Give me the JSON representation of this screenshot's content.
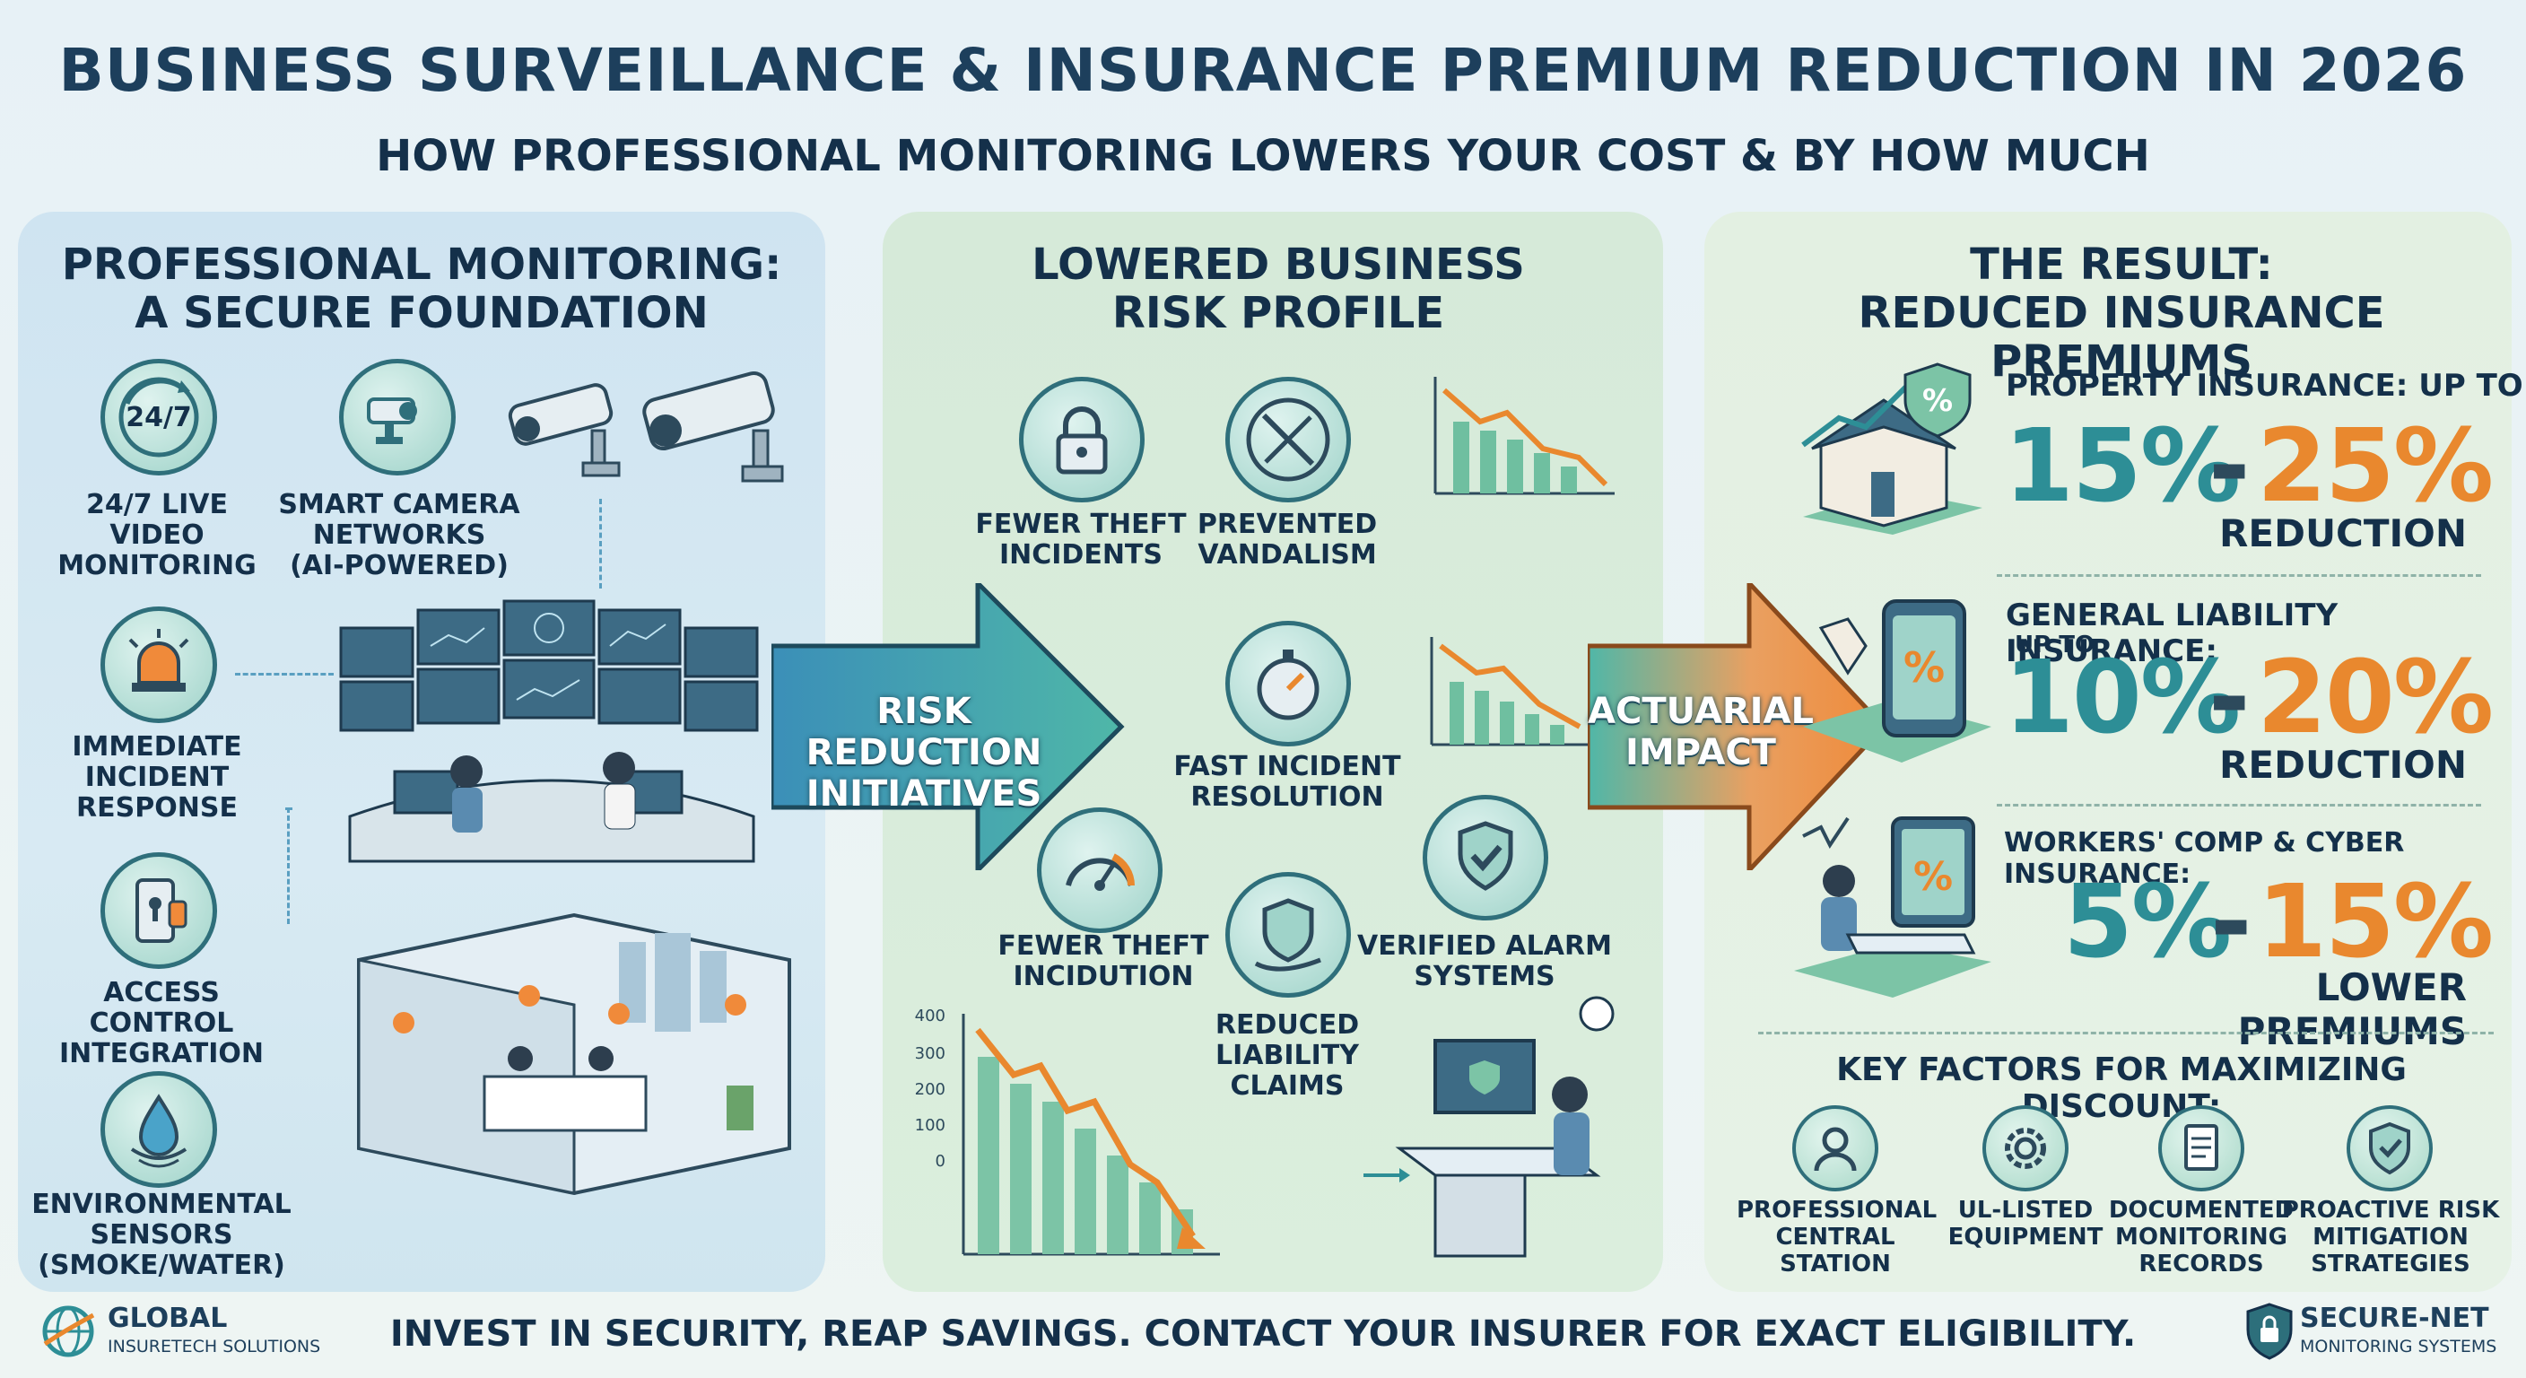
{
  "header": {
    "title": "BUSINESS SURVEILLANCE & INSURANCE PREMIUM REDUCTION IN 2026",
    "subtitle": "HOW PROFESSIONAL MONITORING LOWERS YOUR COST & BY HOW MUCH"
  },
  "monitoring": {
    "title_line1": "PROFESSIONAL MONITORING:",
    "title_line2": "A SECURE FOUNDATION",
    "clock_text": "24/7",
    "items": [
      {
        "line1": "24/7 LIVE VIDEO",
        "line2": "MONITORING"
      },
      {
        "line1": "SMART CAMERA",
        "line2": "NETWORKS",
        "line3": "(AI-POWERED)"
      },
      {
        "line1": "IMMEDIATE",
        "line2": "INCIDENT",
        "line3": "RESPONSE"
      },
      {
        "line1": "ACCESS CONTROL",
        "line2": "INTEGRATION"
      },
      {
        "line1": "ENVIRONMENTAL",
        "line2": "SENSORS",
        "line3": "(SMOKE/WATER)"
      }
    ]
  },
  "arrows": {
    "risk_line1": "RISK REDUCTION",
    "risk_line2": "INITIATIVES",
    "actuarial_line1": "ACTUARIAL",
    "actuarial_line2": "IMPACT"
  },
  "risk": {
    "title_line1": "LOWERED BUSINESS",
    "title_line2": "RISK PROFILE",
    "items": [
      {
        "line1": "FEWER THEFT",
        "line2": "INCIDENTS"
      },
      {
        "line1": "PREVENTED",
        "line2": "VANDALISM"
      },
      {
        "line1": "FAST INCIDENT",
        "line2": "RESOLUTION"
      },
      {
        "line1": "FEWER THEFT",
        "line2": "INCIDUTION"
      },
      {
        "line1": "REDUCED",
        "line2": "LIABILITY",
        "line3": "CLAIMS"
      },
      {
        "line1": "VERIFIED ALARM",
        "line2": "SYSTEMS"
      }
    ],
    "chart_ticks": [
      "400",
      "300",
      "200",
      "100",
      "0"
    ]
  },
  "result": {
    "title_line1": "THE RESULT:",
    "title_line2": "REDUCED INSURANCE PREMIUMS",
    "property": {
      "head": "PROPERTY INSURANCE: UP TO",
      "low": "15%",
      "high": "25%",
      "note": "REDUCTION"
    },
    "liability": {
      "head": "GENERAL LIABILITY INSURANCE:",
      "sub": "UP TO",
      "low": "10%",
      "high": "20%",
      "note": "REDUCTION"
    },
    "workers": {
      "head": "WORKERS' COMP & CYBER INSURANCE:",
      "low": "5%",
      "high": "15%",
      "note": "LOWER PREMIUMS"
    },
    "factors_title": "KEY FACTORS FOR MAXIMIZING DISCOUNT:",
    "factors": [
      {
        "line1": "PROFESSIONAL",
        "line2": "CENTRAL",
        "line3": "STATION"
      },
      {
        "line1": "UL-LISTED",
        "line2": "EQUIPMENT"
      },
      {
        "line1": "DOCUMENTED",
        "line2": "MONITORING",
        "line3": "RECORDS"
      },
      {
        "line1": "PROACTIVE RISK",
        "line2": "MITIGATION",
        "line3": "STRATEGIES"
      }
    ]
  },
  "footer": {
    "text": "INVEST IN SECURITY, REAP SAVINGS. CONTACT YOUR INSURER FOR EXACT ELIGIBILITY.",
    "left_logo_line1": "GLOBAL",
    "left_logo_line2": "INSURETECH SOLUTIONS",
    "right_logo_line1": "SECURE-NET",
    "right_logo_line2": "MONITORING SYSTEMS"
  },
  "colors": {
    "teal": "#2d8e96",
    "orange": "#e9882e",
    "navy": "#14304a"
  }
}
